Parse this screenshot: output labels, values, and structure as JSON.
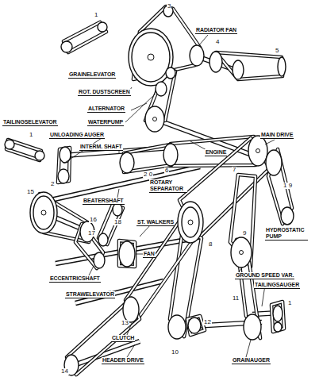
{
  "diagram": {
    "labels": [
      "1",
      "GRAINELEVATOR",
      "3",
      "RADIATOR FAN",
      "4",
      "5",
      "ROT. DUSTSCREEN",
      "ALTERNATOR",
      "WATERPUMP",
      "TAILINGSELEVATOR",
      "1",
      "UNLOADING AUGER",
      "INTERM. SHAFT",
      "2 0",
      "6",
      "ROTARY SEPARATOR",
      "7",
      "ENGINE",
      "MAIN DRIVE",
      "1 9",
      "HYDROSTATIC PUMP",
      "2",
      "15",
      "BEATERSHAFT",
      "16",
      "17",
      "18",
      "ST. WALKERS",
      "FAN",
      "8",
      "9",
      "ECCENTRICSHAFT",
      "STRAWELEVATOR",
      "GROUND SPEED VAR.",
      "TAILINGSAUGER",
      "1",
      "11",
      "13",
      "CLUTCH",
      "12",
      "10",
      "HEADER DRIVE",
      "14",
      "GRAINAUGER"
    ]
  }
}
